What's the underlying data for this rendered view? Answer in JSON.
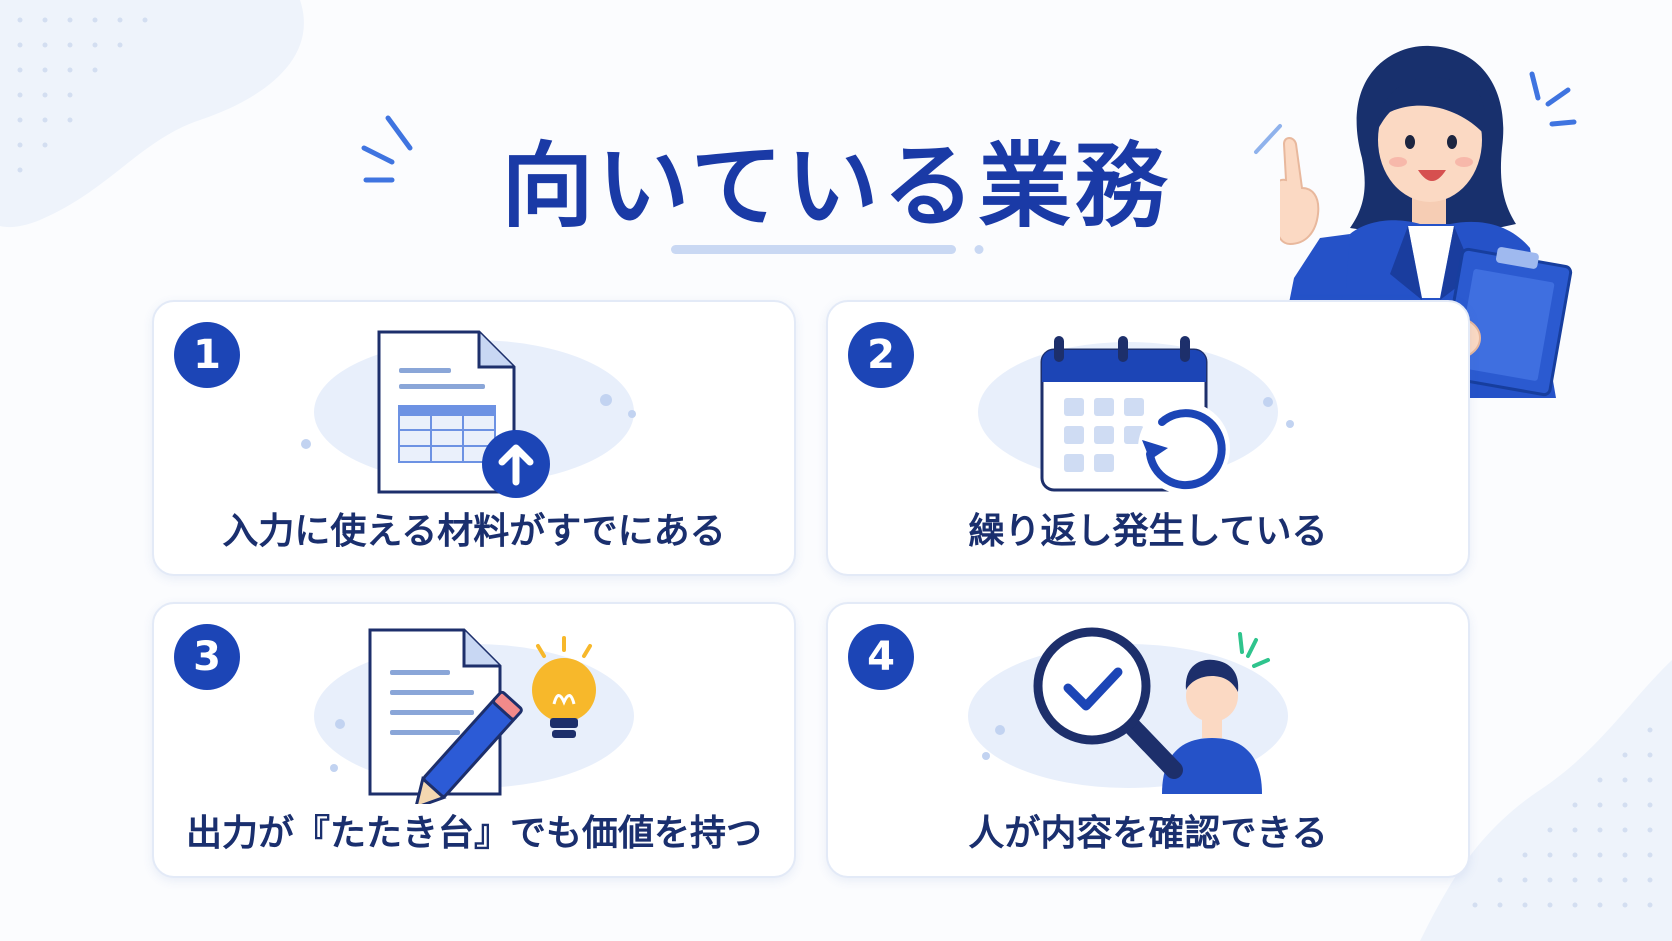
{
  "title": "向いている業務",
  "colors": {
    "primary": "#1c45b6",
    "title": "#1a3aa6",
    "label": "#1a2f6e",
    "light_blue": "#e8effb",
    "accent_yellow": "#f7b82b",
    "accent_green": "#2fc48d"
  },
  "cards": [
    {
      "number": "1",
      "label": "入力に使える材料がすでにある",
      "icon": "document-upload-icon"
    },
    {
      "number": "2",
      "label": "繰り返し発生している",
      "icon": "calendar-repeat-icon"
    },
    {
      "number": "3",
      "label": "出力が『たたき台』でも価値を持つ",
      "icon": "document-pencil-lightbulb-icon"
    },
    {
      "number": "4",
      "label": "人が内容を確認できる",
      "icon": "magnifier-check-person-icon"
    }
  ]
}
